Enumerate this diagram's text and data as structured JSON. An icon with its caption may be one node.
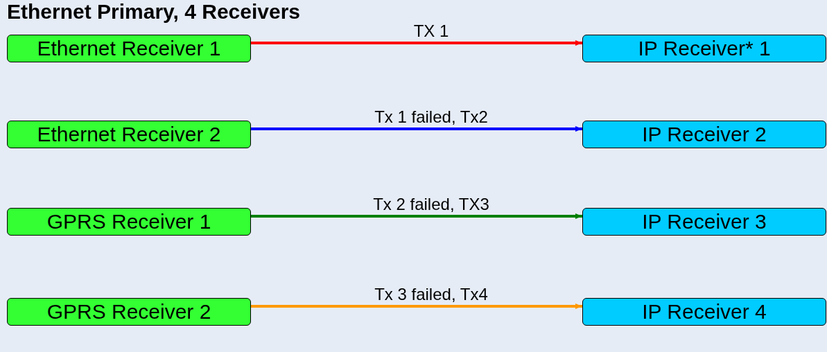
{
  "diagram": {
    "title": "Ethernet Primary, 4 Receivers",
    "nodes": [
      {
        "text": [
          "Ethernet Receiver 1"
        ]
      },
      {
        "text": [
          "IP Receiver* 1"
        ]
      },
      {
        "text": [
          "Ethernet Receiver 2"
        ]
      },
      {
        "text": [
          "IP Receiver 2"
        ]
      },
      {
        "text": [
          "GPRS Receiver 1"
        ]
      },
      {
        "text": [
          "IP Receiver 3"
        ]
      },
      {
        "text": [
          "GPRS Receiver 2"
        ]
      },
      {
        "text": [
          "IP Receiver 4"
        ]
      }
    ],
    "edges": [
      {
        "from": 0,
        "to": 1,
        "arrow": "to",
        "label": "TX 1",
        "color": "#ff0000"
      },
      {
        "from": 2,
        "to": 3,
        "arrow": "to",
        "label": "Tx 1 failed, Tx2",
        "color": "#0000ff"
      },
      {
        "from": 4,
        "to": 5,
        "arrow": "to",
        "label": "Tx 2 failed, TX3",
        "color": "#008000"
      },
      {
        "from": 6,
        "to": 7,
        "arrow": "to",
        "label": "Tx 3 failed, Tx4",
        "color": "#ff9900"
      }
    ]
  }
}
